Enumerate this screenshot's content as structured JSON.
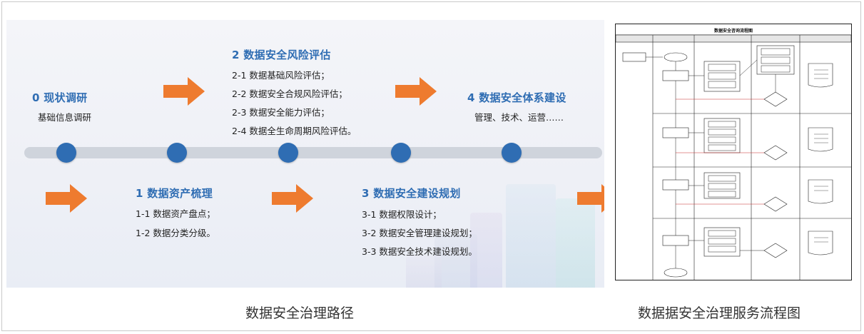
{
  "roadmap": {
    "stages": [
      {
        "title": "0 现状调研",
        "items": [
          "基础信息调研"
        ]
      },
      {
        "title": "1 数据资产梳理",
        "items": [
          "1-1 数据资产盘点；",
          "1-2 数据分类分级。"
        ]
      },
      {
        "title": "2 数据安全风险评估",
        "items": [
          "2-1 数据基础风险评估；",
          "2-2 数据安全合规风险评估；",
          "2-3 数据安全能力评估；",
          "2-4 数据全生命周期风险评估。"
        ]
      },
      {
        "title": "3 数据安全建设规划",
        "items": [
          "3-1 数据权限设计；",
          "3-2 数据安全管理建设规划；",
          "3-3 数据安全技术建设规划。"
        ]
      },
      {
        "title": "4 数据安全体系建设",
        "items": [
          "管理、技术、运营……"
        ]
      }
    ],
    "caption": "数据安全治理路径"
  },
  "flowchart": {
    "title": "数据安全咨询流程图",
    "caption": "数据据安全治理服务流程图"
  },
  "colors": {
    "accent_blue": "#2f6db3",
    "arrow_orange": "#ee7b2f",
    "timeline_gray": "#cfd4dc"
  }
}
